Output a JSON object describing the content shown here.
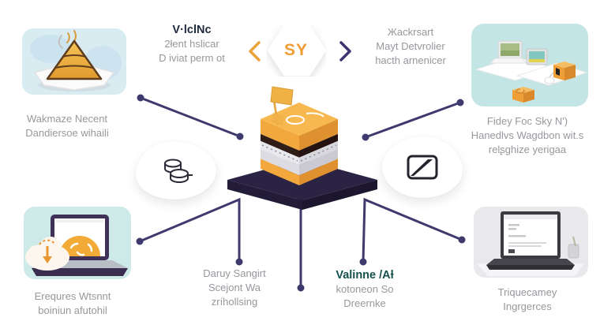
{
  "diagram": {
    "badge": {
      "label": "SY"
    },
    "nodes": {
      "top_center": {
        "title": "V·lclNc",
        "lines": [
          "2łent hslicar",
          "D iviat perm ot"
        ]
      },
      "left": {
        "lines": [
          "Wakmaze Necent",
          "Dandiersoe wihaili"
        ]
      },
      "top_right": {
        "lines": [
          "Жackrsart",
          "Mayt Detvrolier",
          "hacth arnenicer"
        ]
      },
      "right": {
        "lines": [
          "Fidey Foc Sky N')",
          "Hanedlvs Wagdbon wit.s",
          "relʂghize yerigaa"
        ]
      },
      "bottom_left": {
        "lines": [
          "Erequres Wtsnnt",
          "boiniun afutohil"
        ]
      },
      "bottom_center_left": {
        "lines": [
          "Daruy Sangirt",
          "Scejont Wa",
          "zríhollsing"
        ]
      },
      "bottom_center_right": {
        "title": "Valinne /Aƚ",
        "lines": [
          "kotoneon So",
          "Dreernke"
        ]
      },
      "bottom_right": {
        "lines": [
          "Triquecamey",
          "Ingrgerces"
        ]
      }
    },
    "illustrations": {
      "center": "layered-cake-on-dark-platform",
      "top_left_card": "pyramid-dessert-on-plate",
      "top_right_card": "laptops-papers-butter-blocks",
      "bottom_left_card": "laptop-cloud-download",
      "bottom_right_card": "laptop-workstation",
      "left_cloud": "stacked-containers-sketch",
      "right_cloud": "framed-diagonal-logo"
    },
    "colors": {
      "connector": "#3e3a6d",
      "badge_text": "#f09b33",
      "chevron_left": "#eda13b",
      "chevron_right": "#3f3470",
      "title_dark": "#1d2b3c",
      "title_teal": "#14504d",
      "body_text": "#97979d",
      "card_teal": "#c7e6e6",
      "card_blue": "#d9ecf2",
      "card_gray": "#e9e9ec",
      "cake_orange": "#f3a83e",
      "platform_dark": "#2b2344"
    }
  }
}
